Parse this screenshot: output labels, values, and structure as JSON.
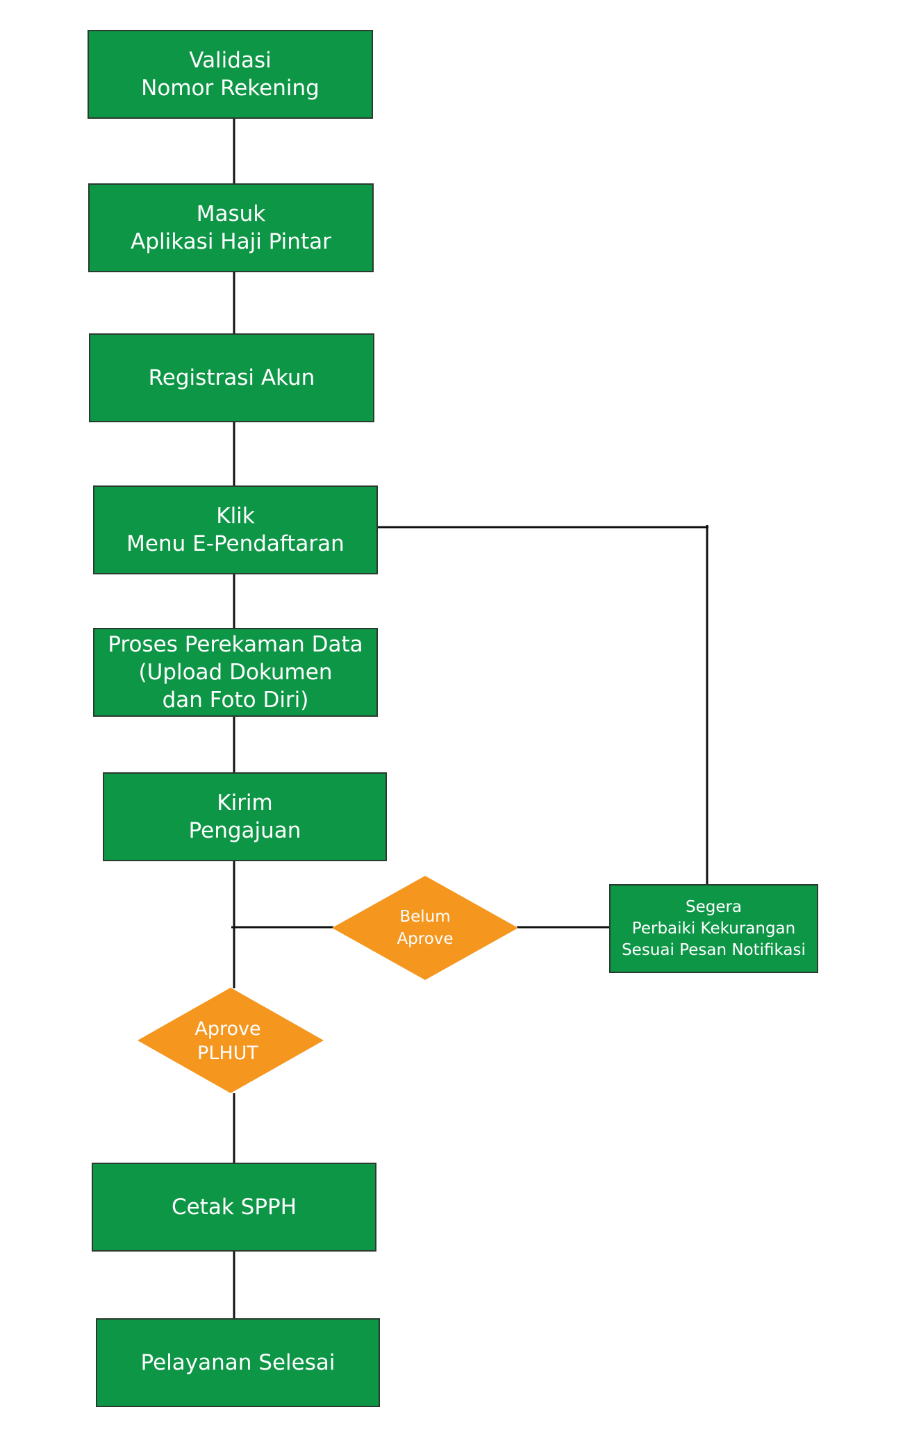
{
  "colors": {
    "process": "#0e9647",
    "decision": "#f5961f",
    "connector": "#111111",
    "text": "#ffffff"
  },
  "nodes": {
    "validasi": [
      "Validasi",
      "Nomor Rekening"
    ],
    "masuk": [
      "Masuk",
      "Aplikasi Haji Pintar"
    ],
    "registrasi": [
      "Registrasi Akun"
    ],
    "klik": [
      "Klik",
      "Menu E-Pendaftaran"
    ],
    "proses": [
      "Proses Perekaman Data",
      "(Upload Dokumen",
      "dan Foto Diri)"
    ],
    "kirim": [
      "Kirim",
      "Pengajuan"
    ],
    "segera": [
      "Segera",
      "Perbaiki Kekurangan",
      "Sesuai Pesan Notifikasi"
    ],
    "cetak": [
      "Cetak SPPH"
    ],
    "selesai": [
      "Pelayanan Selesai"
    ]
  },
  "decisions": {
    "belum": [
      "Belum",
      "Aprove"
    ],
    "plhut": [
      "Aprove",
      "PLHUT"
    ]
  }
}
